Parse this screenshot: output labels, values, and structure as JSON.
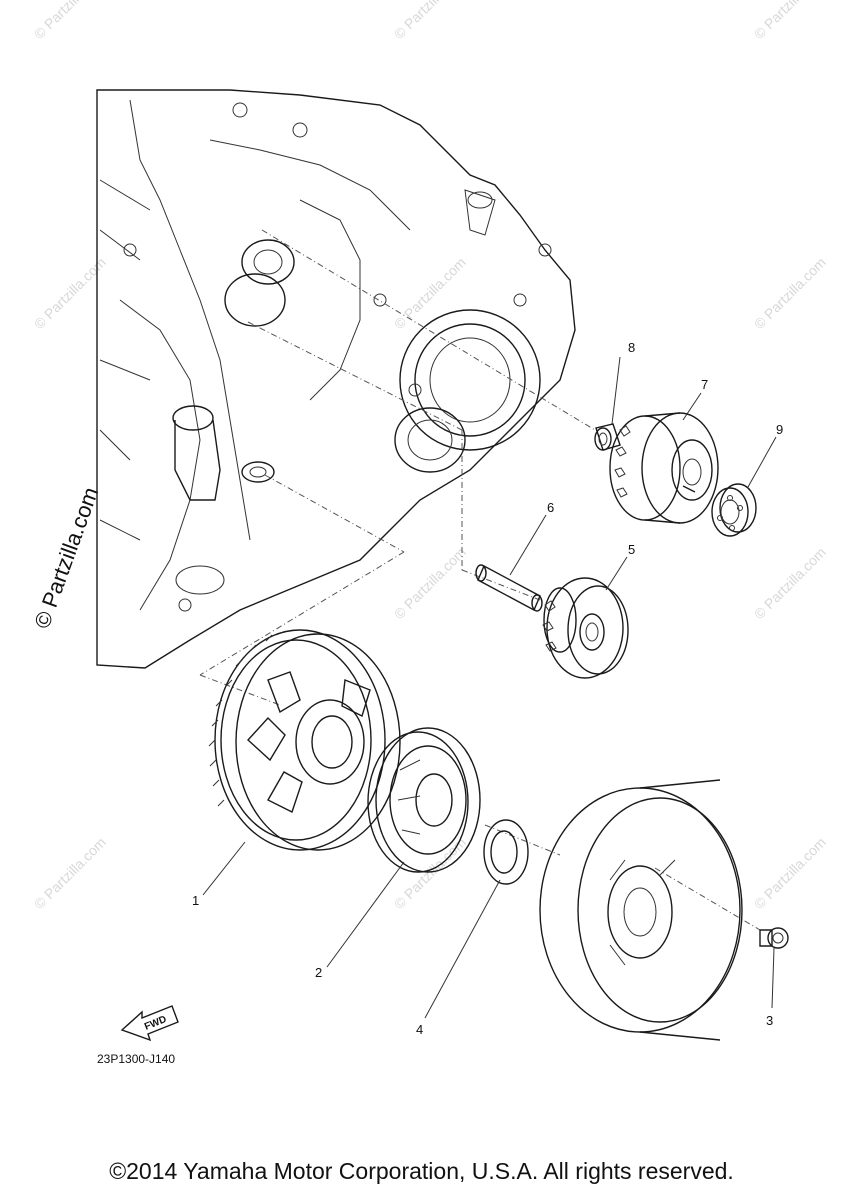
{
  "diagram": {
    "watermark_text": "© Partzilla.com",
    "side_watermark": "© Partzilla.com",
    "fwd_label": "FWD",
    "part_code": "23P1300-J140",
    "callouts": [
      {
        "id": "1",
        "label": "1"
      },
      {
        "id": "2",
        "label": "2"
      },
      {
        "id": "3",
        "label": "3"
      },
      {
        "id": "4",
        "label": "4"
      },
      {
        "id": "5",
        "label": "5"
      },
      {
        "id": "6",
        "label": "6"
      },
      {
        "id": "7",
        "label": "7"
      },
      {
        "id": "8",
        "label": "8"
      },
      {
        "id": "9",
        "label": "9"
      }
    ]
  },
  "footer": {
    "copyright": "©2014 Yamaha Motor Corporation, U.S.A. All rights reserved."
  }
}
